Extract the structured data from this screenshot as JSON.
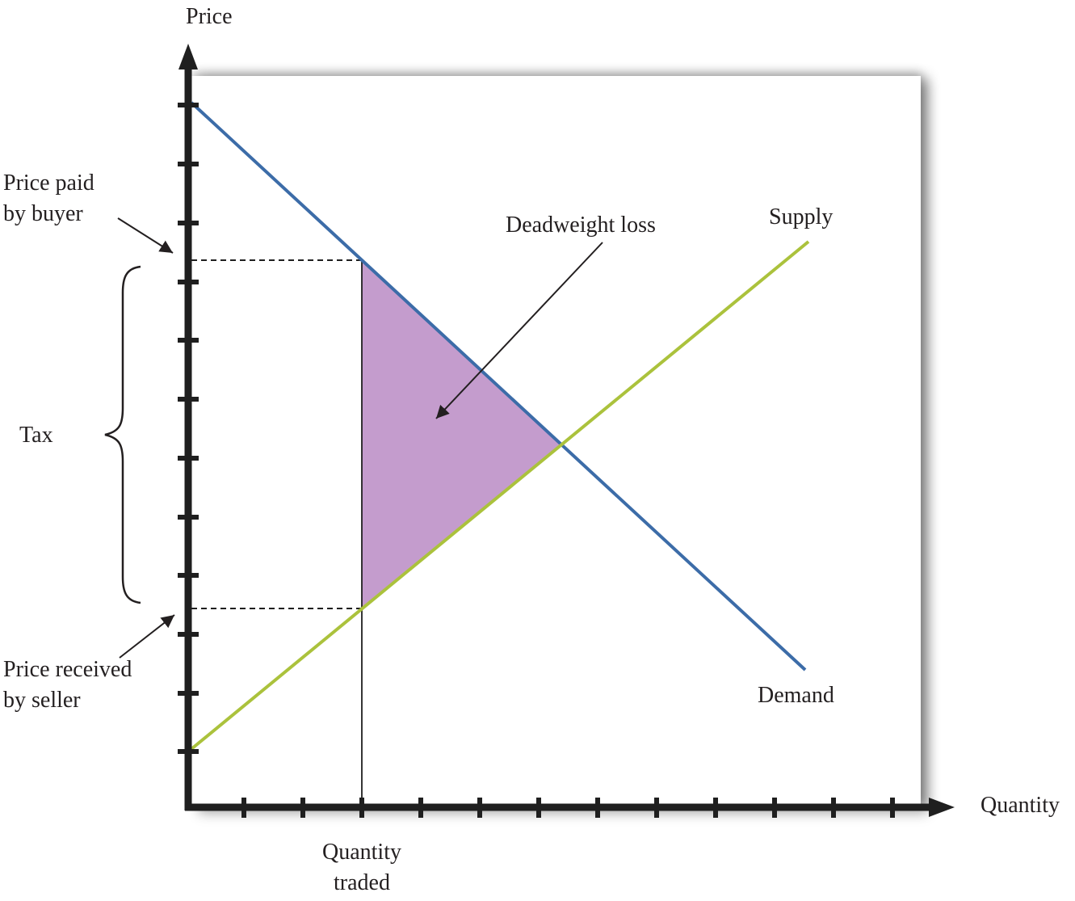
{
  "labels": {
    "price_axis": "Price",
    "quantity_axis": "Quantity",
    "price_paid": "Price paid\nby buyer",
    "tax": "Tax",
    "price_received": "Price received\nby seller",
    "deadweight_loss": "Deadweight loss",
    "supply": "Supply",
    "demand": "Demand",
    "quantity_traded": "Quantity\ntraded"
  },
  "colors": {
    "demand_line": "#3c6ca8",
    "supply_line": "#abc23c",
    "deadweight_fill": "#c49ccd",
    "axis": "#1f1f1f",
    "text": "#231f20"
  }
}
